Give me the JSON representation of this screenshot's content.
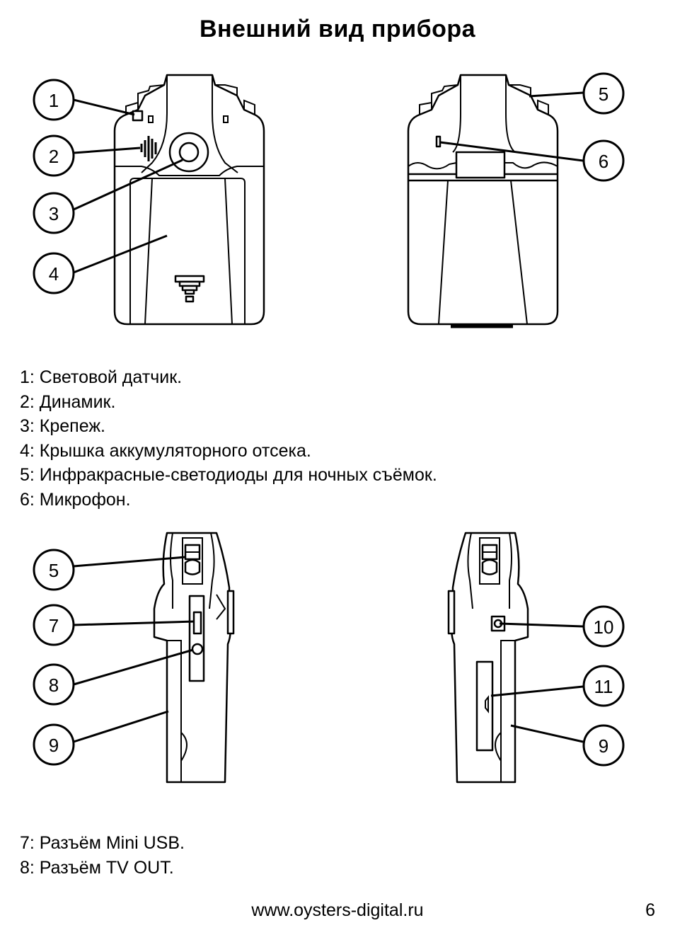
{
  "page": {
    "title": "Внешний вид прибора",
    "footer_url": "www.oysters-digital.ru",
    "page_number": "6"
  },
  "callouts": {
    "c1": "1",
    "c2": "2",
    "c3": "3",
    "c4": "4",
    "c5a": "5",
    "c6": "6",
    "c5b": "5",
    "c7": "7",
    "c8": "8",
    "c9a": "9",
    "c10": "10",
    "c11": "11",
    "c9b": "9"
  },
  "legend_top": [
    "1: Световой датчик.",
    "2: Динамик.",
    "3: Крепеж.",
    "4: Крышка аккумуляторного отсека.",
    "5: Инфракрасные-светодиоды для ночных съёмок.",
    "6: Микрофон."
  ],
  "legend_bottom": [
    "7: Разъём Mini USB.",
    "8: Разъём TV OUT."
  ]
}
